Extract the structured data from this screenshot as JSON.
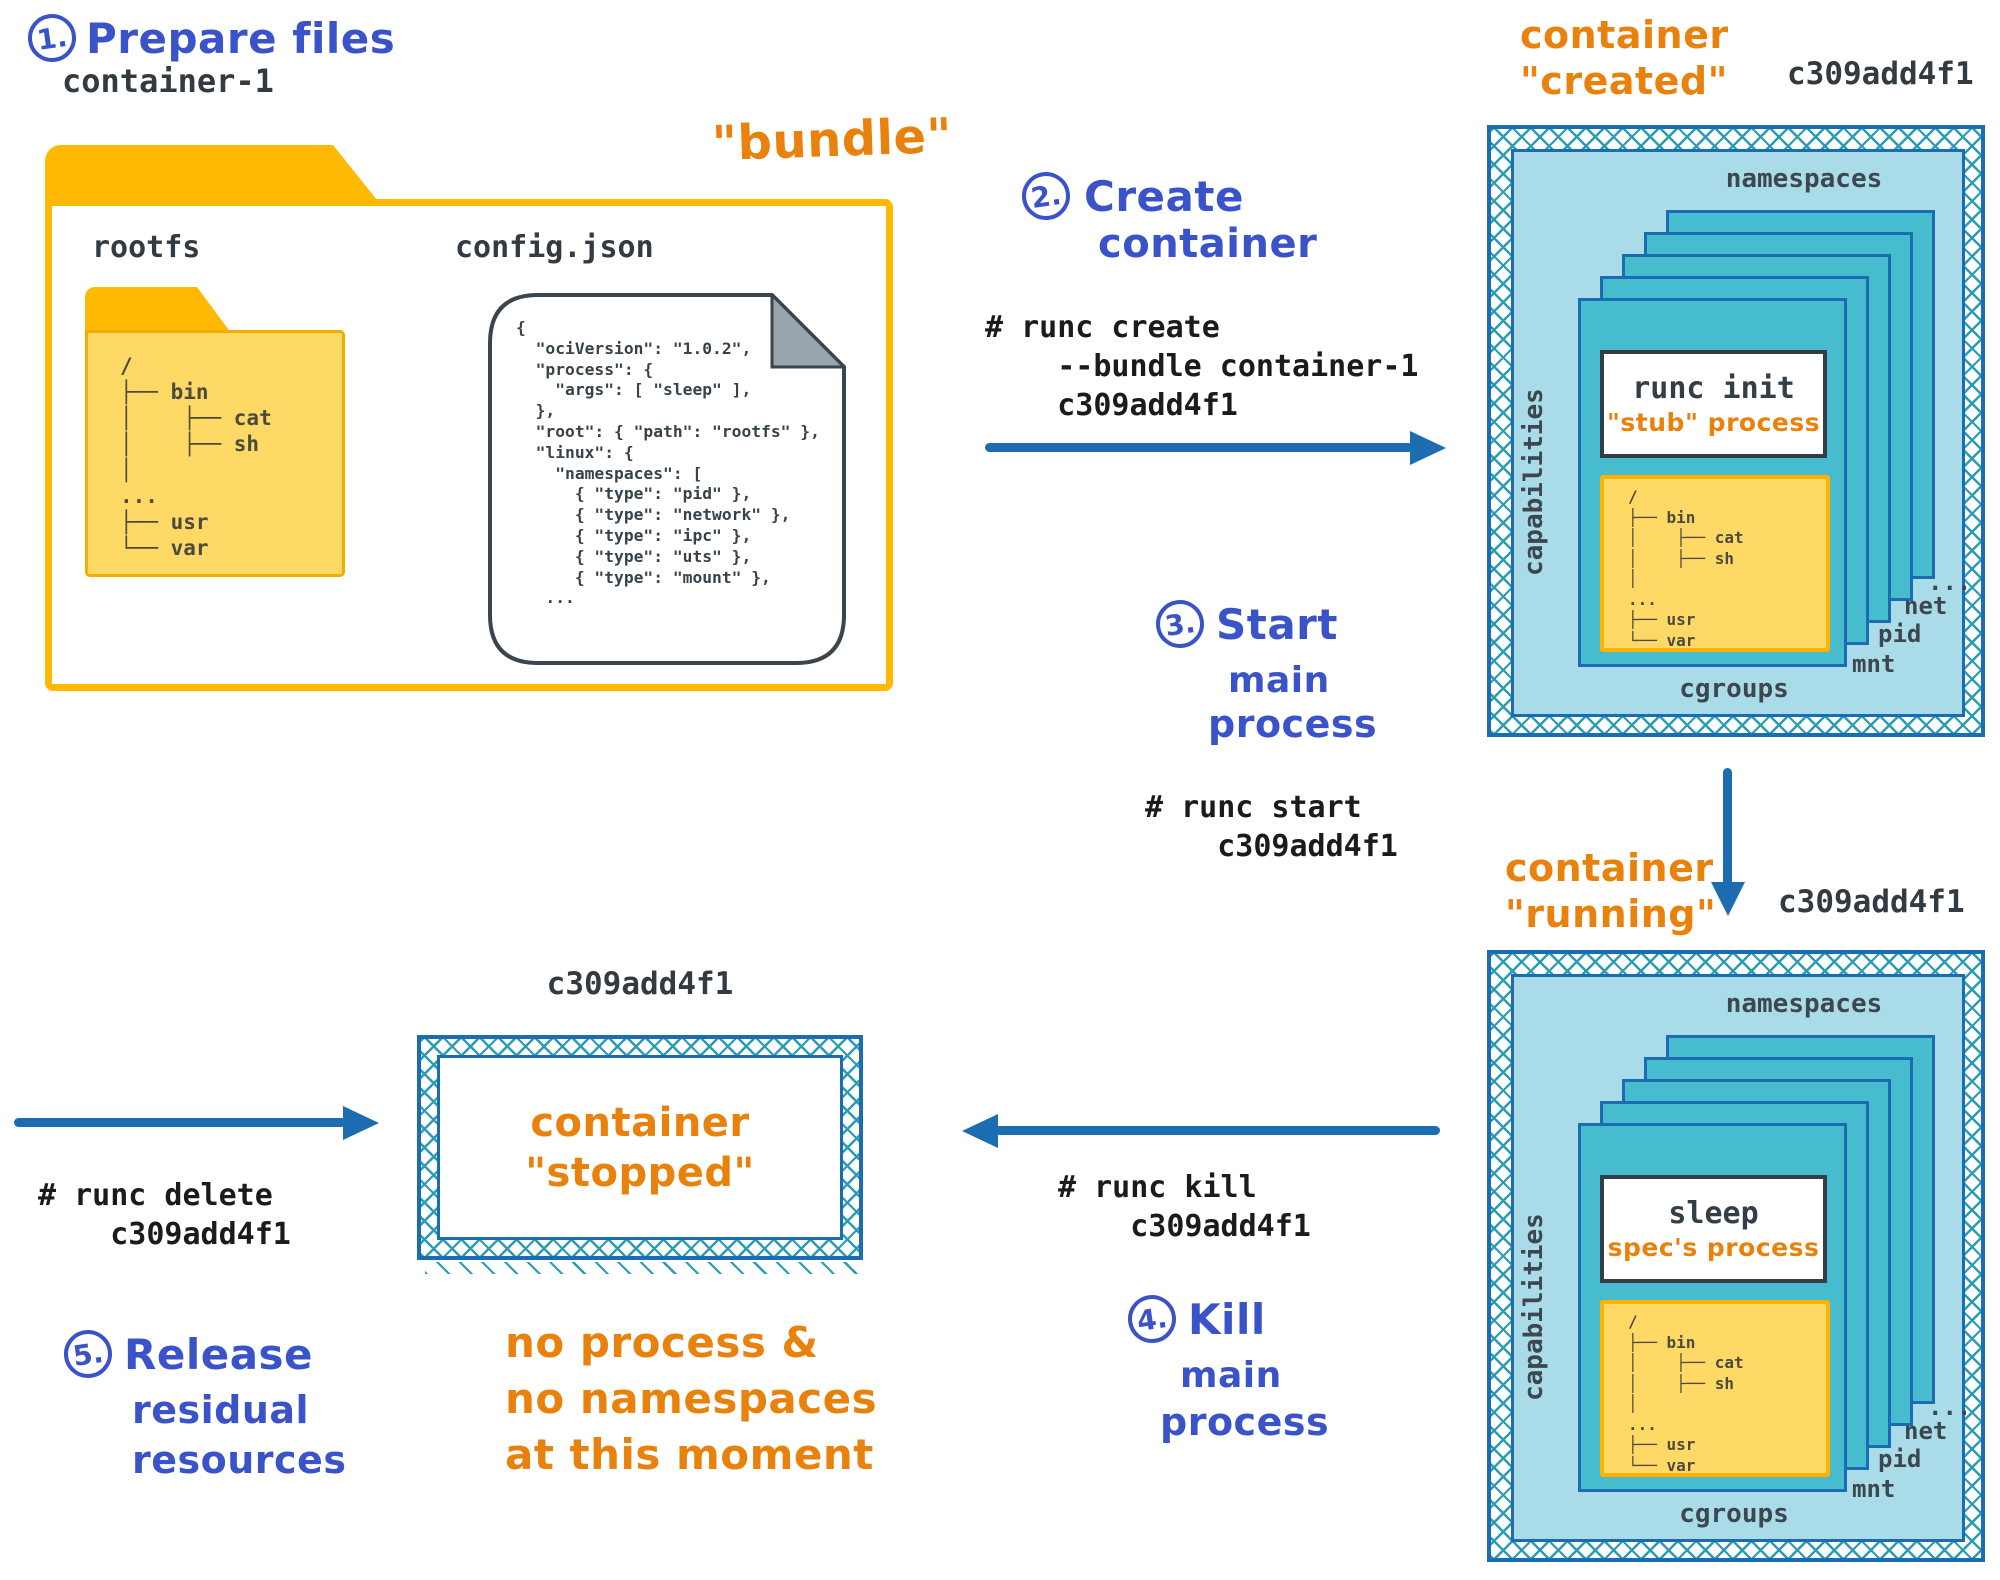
{
  "colors": {
    "hand_blue": "#3a53c9",
    "hand_orange": "#e8820d",
    "arrow_blue": "#1b6cb0",
    "teal_box": "#47bccf",
    "light_blue": "#a9dce8",
    "hatch_teal": "#2a9db5",
    "folder_yellow": "#ffb902",
    "folder_light_yellow": "#ffd966",
    "dark_text": "#333e46"
  },
  "steps": {
    "step1": {
      "num": "1.",
      "line1": "Prepare files"
    },
    "step2": {
      "num": "2.",
      "line1": "Create",
      "line2": "container"
    },
    "step3": {
      "num": "3.",
      "line1": "Start",
      "line2": "main",
      "line3": "process"
    },
    "step4": {
      "num": "4.",
      "line1": "Kill",
      "line2": "main",
      "line3": "process"
    },
    "step5": {
      "num": "5.",
      "line1": "Release",
      "line2": "residual",
      "line3": "resources"
    }
  },
  "commands": {
    "create": "# runc create\n    --bundle container-1\n    c309add4f1",
    "start": "# runc start\n    c309add4f1",
    "kill": "# runc kill\n    c309add4f1",
    "delete": "# runc delete\n    c309add4f1"
  },
  "bundle": {
    "folder_name": "container-1",
    "annotation": "\"bundle\"",
    "rootfs_label": "rootfs",
    "config_label": "config.json",
    "config_json": "{\n  \"ociVersion\": \"1.0.2\",\n  \"process\": {\n    \"args\": [ \"sleep\" ],\n  },\n  \"root\": { \"path\": \"rootfs\" },\n  \"linux\": {\n    \"namespaces\": [\n      { \"type\": \"pid\" },\n      { \"type\": \"network\" },\n      { \"type\": \"ipc\" },\n      { \"type\": \"uts\" },\n      { \"type\": \"mount\" },\n   ..."
  },
  "rootfs_tree": "/\n├── bin\n│    ├── cat\n│    ├── sh\n│\n...\n├── usr\n└── var",
  "containers": {
    "created": {
      "state_line1": "container",
      "state_line2": "\"created\"",
      "id": "c309add4f1",
      "namespaces_label": "namespaces",
      "capabilities_label": "capabilities",
      "cgroups_label": "cgroups",
      "ns_labels": [
        "...",
        "net",
        "pid",
        "mnt"
      ],
      "process_name": "runc init",
      "process_note": "\"stub\" process"
    },
    "running": {
      "state_line1": "container",
      "state_line2": "\"running\"",
      "id": "c309add4f1",
      "namespaces_label": "namespaces",
      "capabilities_label": "capabilities",
      "cgroups_label": "cgroups",
      "ns_labels": [
        "...",
        "net",
        "pid",
        "mnt"
      ],
      "process_name": "sleep",
      "process_note": "spec's process"
    },
    "stopped": {
      "id": "c309add4f1",
      "state_line1": "container",
      "state_line2": "\"stopped\"",
      "note_line1": "no process &",
      "note_line2": "no namespaces",
      "note_line3": "at this moment"
    }
  }
}
